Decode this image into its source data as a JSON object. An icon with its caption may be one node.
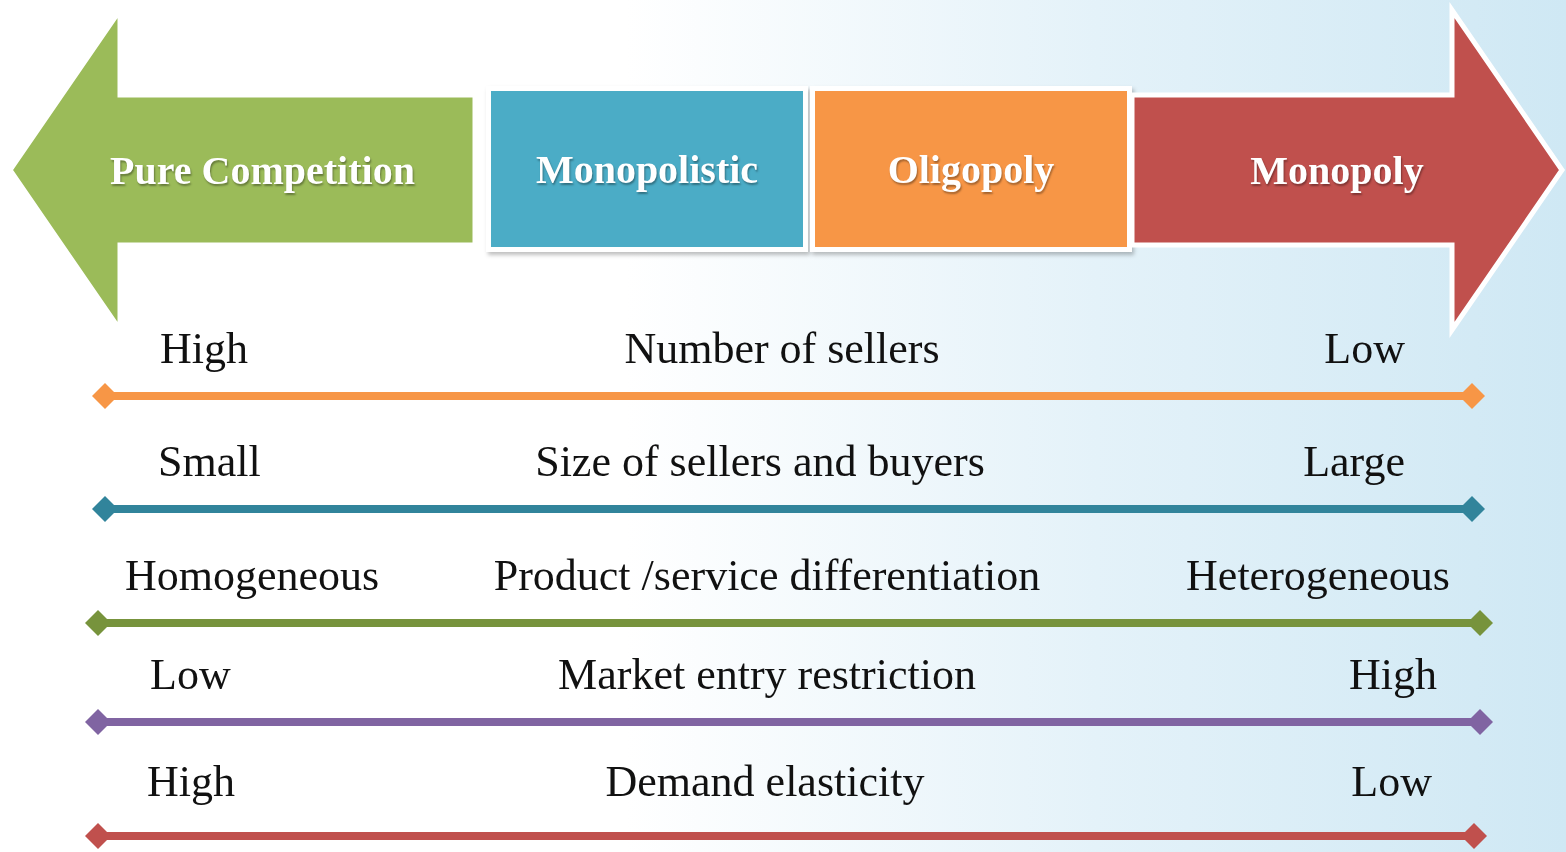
{
  "diagram": {
    "nodes": [
      {
        "text": [
          "Pure Competition"
        ]
      },
      {
        "text": [
          "Monopolistic"
        ]
      },
      {
        "text": [
          "Oligopoly"
        ]
      },
      {
        "text": [
          "Monopoly"
        ]
      }
    ],
    "labels": [
      "High",
      "Number of sellers",
      "Low",
      "Small",
      "Size of sellers and buyers",
      "Large",
      "Homogeneous",
      "Product /service differentiation",
      "Heterogeneous",
      "Low",
      "Market entry restriction",
      "High",
      "High",
      "Demand elasticity",
      "Low"
    ]
  }
}
